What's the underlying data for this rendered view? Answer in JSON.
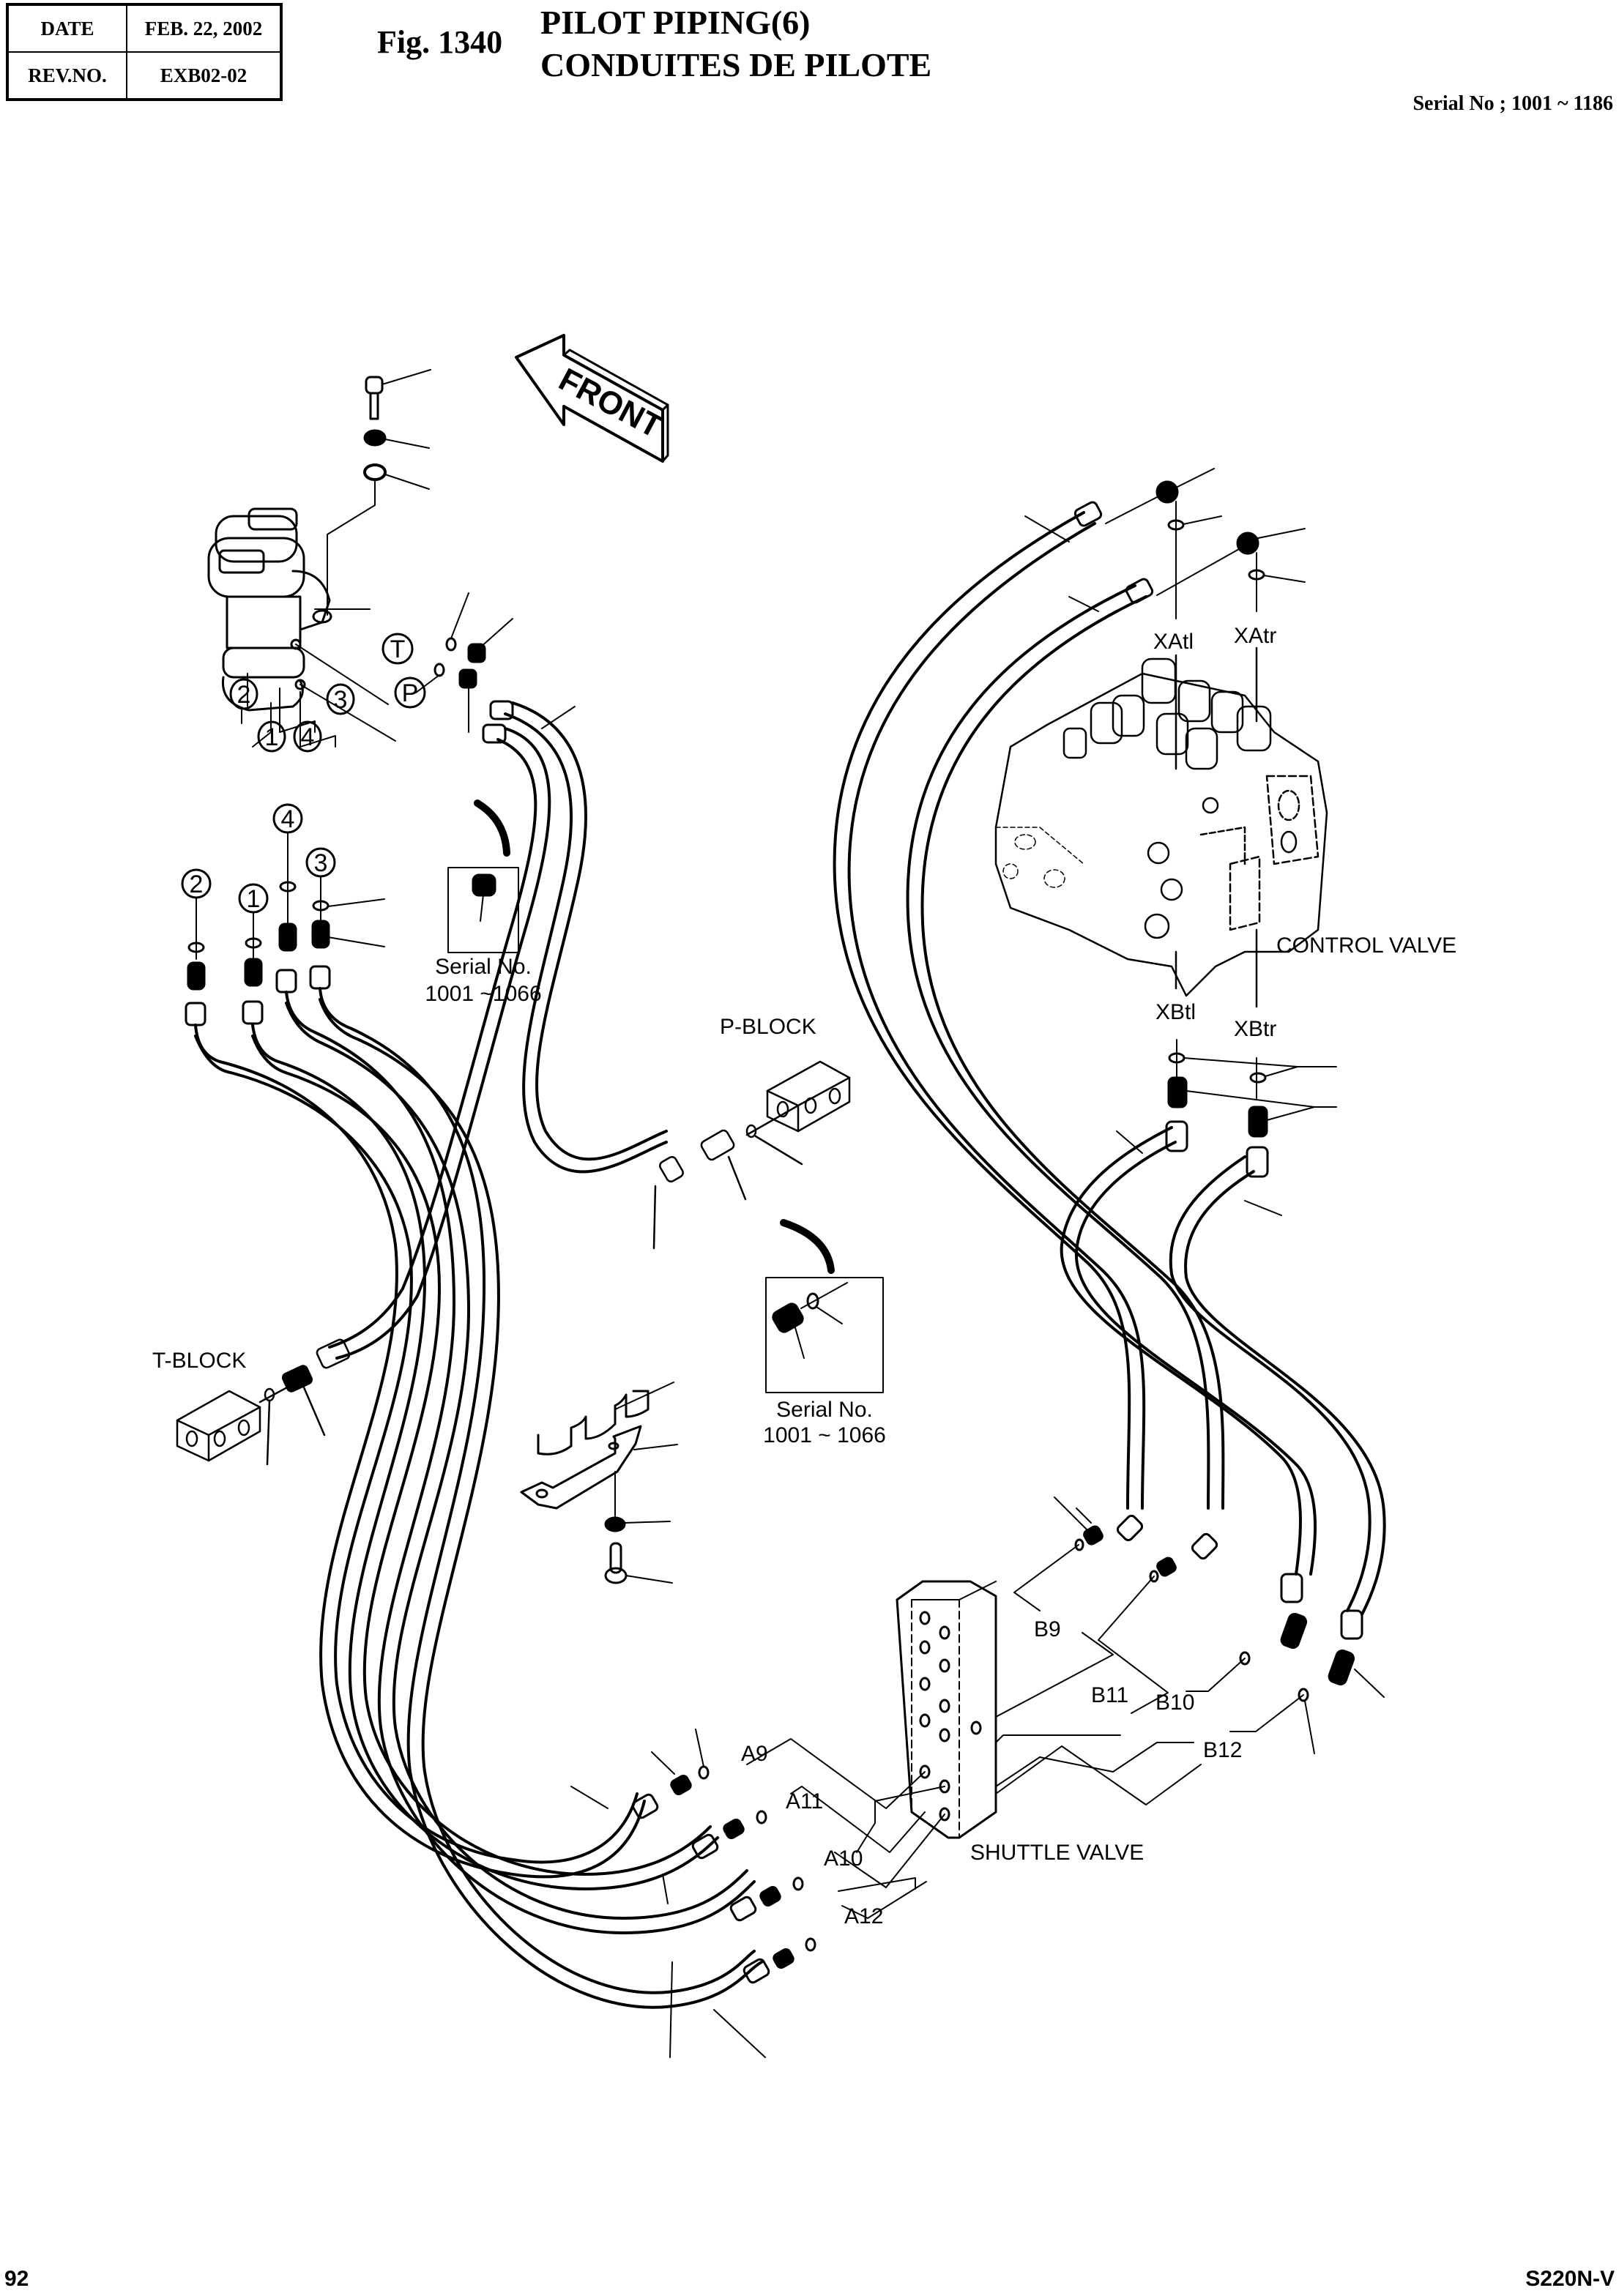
{
  "header": {
    "date_label": "DATE",
    "date_value": "FEB. 22, 2002",
    "rev_label": "REV.NO.",
    "rev_value": "EXB02-02",
    "figure_number": "Fig. 1340",
    "title_en": "PILOT PIPING(6)",
    "title_fr": "CONDUITES DE PILOTE",
    "serial_range": "Serial No ; 1001 ~ 1186"
  },
  "footer": {
    "page_number": "92",
    "model": "S220N-V"
  },
  "diagram": {
    "front_arrow": "FRONT",
    "pedal_valve_ports": [
      "T",
      "P"
    ],
    "pedal_valve_callouts": [
      "2",
      "3",
      "1",
      "4"
    ],
    "fitting_callouts": [
      "2",
      "1",
      "4",
      "3"
    ],
    "inset_top": {
      "caption_line1": "Serial No.",
      "caption_line2": "1001 ~1066"
    },
    "inset_mid": {
      "caption_line1": "Serial No.",
      "caption_line2": "1001 ~ 1066"
    },
    "labels": {
      "p_block": "P-BLOCK",
      "t_block": "T-BLOCK",
      "control_valve": "CONTROL VALVE",
      "shuttle_valve": "SHUTTLE VALVE",
      "xatl": "XAtl",
      "xatr": "XAtr",
      "xbtl": "XBtl",
      "xbtr": "XBtr"
    },
    "shuttle_ports": {
      "a9": "A9",
      "a11": "A11",
      "a10": "A10",
      "a12": "A12",
      "b9": "B9",
      "b11": "B11",
      "b10": "B10",
      "b12": "B12"
    }
  }
}
